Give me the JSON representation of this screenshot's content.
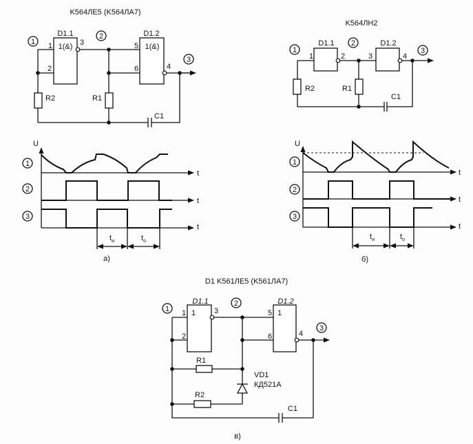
{
  "panel_a": {
    "title": "K564ЛЕ5 (K564ЛА7)",
    "gate1": {
      "name": "D1.1",
      "func": "1(&)",
      "pins": [
        "1",
        "2",
        "3"
      ]
    },
    "gate2": {
      "name": "D1.2",
      "func": "1(&)",
      "pins": [
        "5",
        "6",
        "4"
      ]
    },
    "nodes": [
      "1",
      "2",
      "3"
    ],
    "r1": "R1",
    "r2": "R2",
    "c1": "C1",
    "axis_u": "U",
    "axis_t": "t",
    "t_pulse": "t",
    "t_pulse_sub": "и",
    "t_pause": "t",
    "t_pause_sub": "о",
    "caption": "а)"
  },
  "panel_b": {
    "title": "K564ЛН2",
    "gate1": {
      "name": "D1.1",
      "pins": [
        "1",
        "2"
      ]
    },
    "gate2": {
      "name": "D1.2",
      "pins": [
        "3",
        "4"
      ]
    },
    "nodes": [
      "1",
      "2",
      "3"
    ],
    "r1": "R1",
    "r2": "R2",
    "c1": "C1",
    "axis_u": "U",
    "axis_t": "t",
    "t_pulse": "t",
    "t_pulse_sub": "и",
    "t_pause": "t",
    "t_pause_sub": "о",
    "caption": "б)"
  },
  "panel_c": {
    "title": "D1 K561ЛЕ5 (K561ЛА7)",
    "gate1": {
      "name": "D1.1",
      "func": "1",
      "pins": [
        "1",
        "2",
        "3"
      ]
    },
    "gate2": {
      "name": "D1.2",
      "func": "1",
      "pins": [
        "5",
        "6",
        "4"
      ]
    },
    "nodes": [
      "1",
      "2",
      "3"
    ],
    "r1": "R1",
    "r2": "R2",
    "c1": "C1",
    "diode": "VD1",
    "diode_type": "КД521А",
    "caption": "в)"
  }
}
